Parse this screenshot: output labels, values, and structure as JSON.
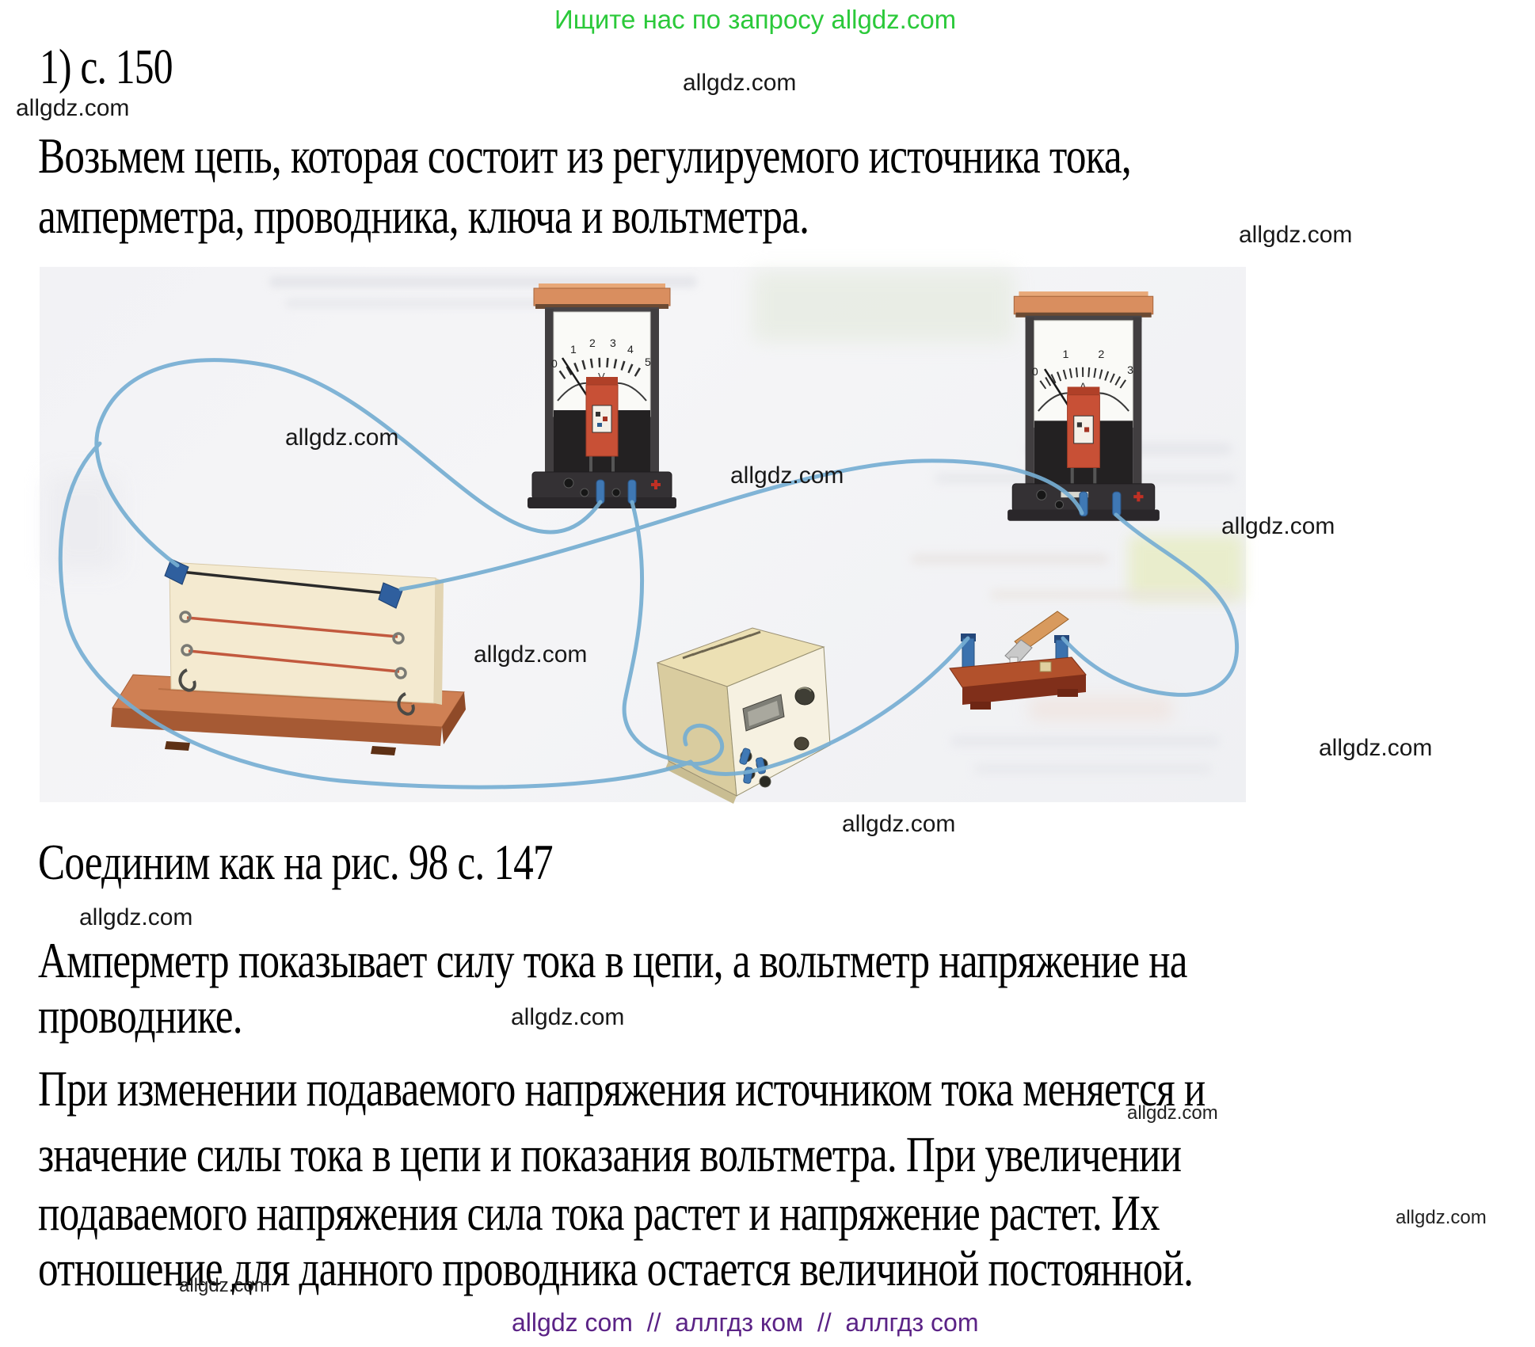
{
  "promo": {
    "text": "Ищите нас по запросу allgdz.com",
    "color": "#2bc93a"
  },
  "watermark": {
    "text": "allgdz.com"
  },
  "heading": {
    "text": "1) с. 150"
  },
  "body": {
    "p1_line1": "Возьмем цепь, которая состоит из регулируемого источника тока,",
    "p1_line2": "амперметра, проводника, ключа и вольтметра.",
    "p2": "Соединим как на рис. 98 с. 147",
    "p3_line1": "Амперметр показывает силу тока в цепи, а вольтметр напряжение на",
    "p3_line2": "проводнике.",
    "p4_line1": "При изменении подаваемого напряжения источником тока меняется и",
    "p4_line2": "значение силы тока в цепи и показания вольтметра. При увеличении",
    "p4_line3": "подаваемого напряжения сила тока растет и напряжение растет. Их",
    "p4_line4": "отношение для данного проводника остается величиной постоянной."
  },
  "footer": {
    "text": "allgdz com  //  аллгдз ком  //  аллгдз com",
    "color": "#5b2386"
  },
  "figure": {
    "voltmeter": {
      "scale": [
        "0",
        "1",
        "2",
        "3",
        "4",
        "5"
      ],
      "unit": "V"
    },
    "ammeter": {
      "scale": [
        "0",
        "1",
        "2",
        "3"
      ],
      "unit": "A"
    },
    "wire_color": "#76aed2"
  }
}
